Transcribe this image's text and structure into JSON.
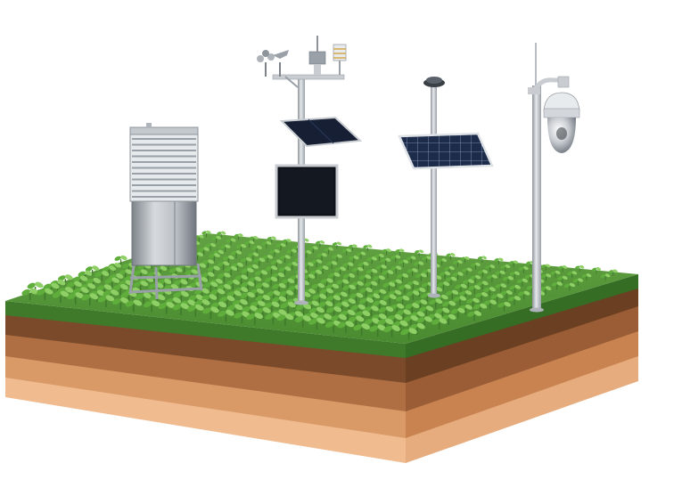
{
  "scene": {
    "background": "#ffffff",
    "colors": {
      "grass_top": "#4f8f35",
      "grass_side": "#3f7a2b",
      "soil_dark": "#7a4a2a",
      "soil_mid": "#a9673f",
      "soil_light": "#d99a68",
      "soil_lightest": "#f0bb8f",
      "sprout": "#5fae3c",
      "sprout_light": "#8fd066",
      "metal": "#c9cdd2",
      "panel": "#1b2a44"
    },
    "objects": [
      "soil-block",
      "crop-sprouts",
      "louvered-instrument-shelter",
      "weather-station-mast",
      "solar-panel-pole",
      "ptz-camera-pole"
    ]
  }
}
